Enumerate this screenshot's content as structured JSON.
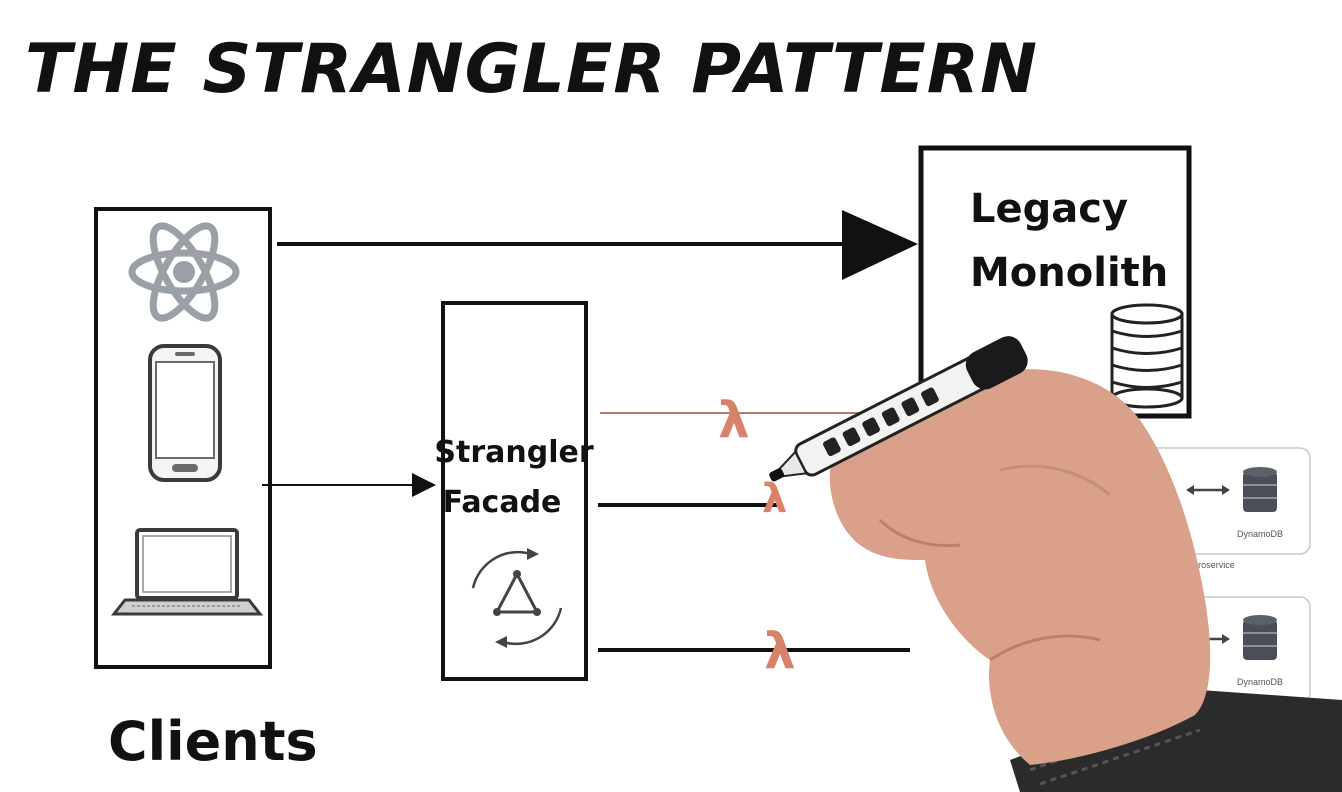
{
  "diagram": {
    "title": "THE STRANGLER PATTERN",
    "clients": {
      "label": "Clients",
      "icons": [
        "react-icon",
        "smartphone-icon",
        "laptop-icon"
      ]
    },
    "facade": {
      "label_line1": "Strangler",
      "label_line2": "Facade",
      "icon": "graphql-icon"
    },
    "monolith": {
      "label_line1": "Legacy",
      "label_line2": "Monolith",
      "icon": "database-icon"
    },
    "lambda_symbol": "λ",
    "microservices": [
      {
        "db_label": "DynamoDB",
        "caption": "aphQL Microservice"
      },
      {
        "db_label": "DynamoDB",
        "caption": ""
      }
    ],
    "colors": {
      "ink": "#111111",
      "lambda": "#d9826a",
      "icon_gray": "#9aa0a6",
      "db_dark": "#4a4f57",
      "skin": "#d9a08a",
      "sleeve": "#2b2b2b",
      "marker_body": "#f2f2f2"
    }
  }
}
